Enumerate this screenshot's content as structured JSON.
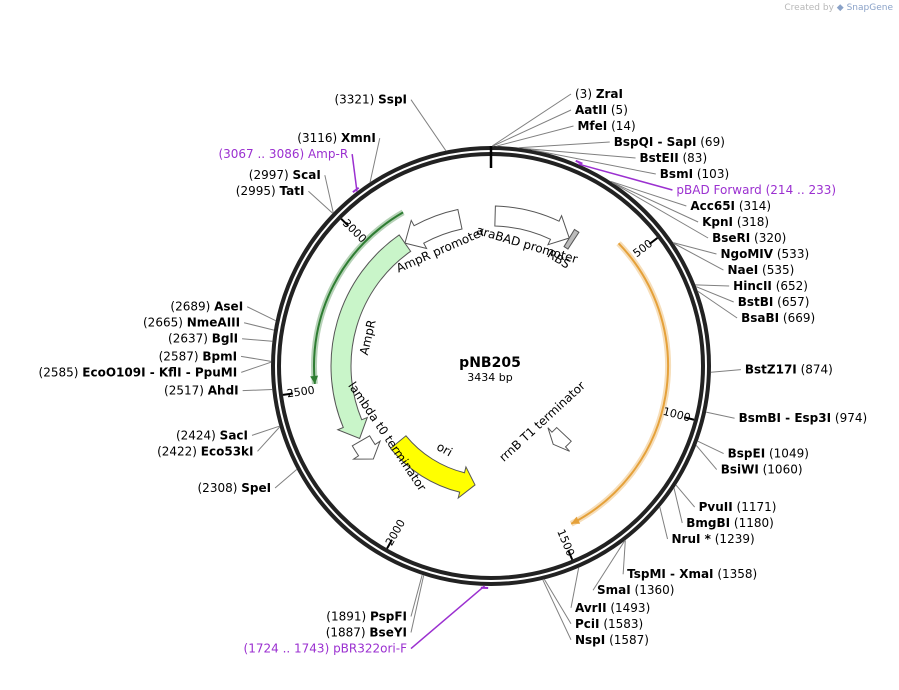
{
  "credit": {
    "prefix": "Created by",
    "brand": "SnapGene"
  },
  "plasmid": {
    "name": "pNB205",
    "size_label": "3434 bp",
    "length": 3434
  },
  "colors": {
    "backbone": "#222222",
    "amp": "#c9f5c9",
    "ori": "#ffff00",
    "feature_outline": "#555555",
    "primer": "#9b30d0",
    "highlight_green": "#2e7d32",
    "highlight_orange": "#e5a13a",
    "term_fill": "#ffffff"
  },
  "ticks": [
    {
      "pos": 500,
      "label": "500"
    },
    {
      "pos": 1000,
      "label": "1000"
    },
    {
      "pos": 1500,
      "label": "1500"
    },
    {
      "pos": 2000,
      "label": "2000"
    },
    {
      "pos": 2500,
      "label": "2500"
    },
    {
      "pos": 3000,
      "label": "3000"
    }
  ],
  "features": [
    {
      "name": "AmpR",
      "label": "AmpR",
      "start": 2300,
      "end": 3100,
      "dir": -1,
      "color": "#c9f5c9"
    },
    {
      "name": "AmpR promoter",
      "label": "AmpR promoter",
      "start": 3100,
      "end": 3320,
      "dir": -1,
      "color": "#ffffff"
    },
    {
      "name": "araBAD promoter",
      "label": "araBAD promoter",
      "start": 15,
      "end": 300,
      "dir": 1,
      "color": "#ffffff"
    },
    {
      "name": "RBS",
      "label": "RBS",
      "start": 300,
      "end": 318,
      "dir": 0,
      "color": "#bbbbbb"
    },
    {
      "name": "rrnB T1 terminator",
      "label": "rrnB T1 terminator",
      "start": 1270,
      "end": 1350,
      "dir": 1,
      "color": "#ffffff"
    },
    {
      "name": "ori",
      "label": "ori",
      "start": 1790,
      "end": 2200,
      "dir": -1,
      "color": "#ffff00"
    },
    {
      "name": "lambda t0 terminator",
      "label": "lambda t0 terminator",
      "start": 2210,
      "end": 2290,
      "dir": -1,
      "color": "#ffffff"
    }
  ],
  "highlights": [
    {
      "name": "amp-highlight",
      "start": 2520,
      "end": 3150,
      "color": "#2e7d32"
    },
    {
      "name": "insert-highlight",
      "start": 440,
      "end": 1460,
      "color": "#e5a13a"
    }
  ],
  "site_labels": [
    {
      "name": "ZraI",
      "pos": "(3)",
      "pos_first": true,
      "line_to": 3
    },
    {
      "name": "AatII",
      "pos": "(5)",
      "pos_first": false,
      "line_to": 5
    },
    {
      "name": "MfeI",
      "pos": "(14)",
      "pos_first": false,
      "line_to": 14
    },
    {
      "name": "BspQI - SapI",
      "pos": "(69)",
      "pos_first": false,
      "line_to": 69
    },
    {
      "name": "BstEII",
      "pos": "(83)",
      "pos_first": false,
      "line_to": 83
    },
    {
      "name": "BsmI",
      "pos": "(103)",
      "pos_first": false,
      "line_to": 103
    },
    {
      "name": "Acc65I",
      "pos": "(314)",
      "pos_first": false,
      "line_to": 314
    },
    {
      "name": "KpnI",
      "pos": "(318)",
      "pos_first": false,
      "line_to": 318
    },
    {
      "name": "BseRI",
      "pos": "(320)",
      "pos_first": false,
      "line_to": 320
    },
    {
      "name": "NgoMIV",
      "pos": "(533)",
      "pos_first": false,
      "line_to": 533
    },
    {
      "name": "NaeI",
      "pos": "(535)",
      "pos_first": false,
      "line_to": 535
    },
    {
      "name": "HincII",
      "pos": "(652)",
      "pos_first": false,
      "line_to": 652
    },
    {
      "name": "BstBI",
      "pos": "(657)",
      "pos_first": false,
      "line_to": 657
    },
    {
      "name": "BsaBI",
      "pos": "(669)",
      "pos_first": false,
      "line_to": 669
    },
    {
      "name": "BstZ17I",
      "pos": "(874)",
      "pos_first": false,
      "line_to": 874
    },
    {
      "name": "BsmBI - Esp3I",
      "pos": "(974)",
      "pos_first": false,
      "line_to": 974
    },
    {
      "name": "BspEI",
      "pos": "(1049)",
      "pos_first": false,
      "line_to": 1049
    },
    {
      "name": "BsiWI",
      "pos": "(1060)",
      "pos_first": false,
      "line_to": 1060
    },
    {
      "name": "PvuII",
      "pos": "(1171)",
      "pos_first": false,
      "line_to": 1171
    },
    {
      "name": "BmgBI",
      "pos": "(1180)",
      "pos_first": false,
      "line_to": 1180
    },
    {
      "name": "NruI *",
      "pos": "(1239)",
      "pos_first": false,
      "line_to": 1239
    },
    {
      "name": "TspMI - XmaI",
      "pos": "(1358)",
      "pos_first": false,
      "line_to": 1358
    },
    {
      "name": "SmaI",
      "pos": "(1360)",
      "pos_first": false,
      "line_to": 1360
    },
    {
      "name": "AvrII",
      "pos": "(1493)",
      "pos_first": false,
      "line_to": 1493
    },
    {
      "name": "PciI",
      "pos": "(1583)",
      "pos_first": false,
      "line_to": 1583
    },
    {
      "name": "NspI",
      "pos": "(1587)",
      "pos_first": false,
      "line_to": 1587
    },
    {
      "name": "PspFI",
      "pos": "(1891)",
      "pos_first": true,
      "line_to": 1891
    },
    {
      "name": "BseYI",
      "pos": "(1887)",
      "pos_first": true,
      "line_to": 1887
    },
    {
      "name": "SpeI",
      "pos": "(2308)",
      "pos_first": true,
      "line_to": 2308
    },
    {
      "name": "Eco53kI",
      "pos": "(2422)",
      "pos_first": true,
      "line_to": 2422
    },
    {
      "name": "SacI",
      "pos": "(2424)",
      "pos_first": true,
      "line_to": 2424
    },
    {
      "name": "AhdI",
      "pos": "(2517)",
      "pos_first": true,
      "line_to": 2517
    },
    {
      "name": "EcoO109I - KflI - PpuMI",
      "pos": "(2585)",
      "pos_first": true,
      "line_to": 2585
    },
    {
      "name": "BpmI",
      "pos": "(2587)",
      "pos_first": true,
      "line_to": 2587
    },
    {
      "name": "BglI",
      "pos": "(2637)",
      "pos_first": true,
      "line_to": 2637
    },
    {
      "name": "NmeAIII",
      "pos": "(2665)",
      "pos_first": true,
      "line_to": 2665
    },
    {
      "name": "AseI",
      "pos": "(2689)",
      "pos_first": true,
      "line_to": 2689
    },
    {
      "name": "TatI",
      "pos": "(2995)",
      "pos_first": true,
      "line_to": 2995
    },
    {
      "name": "ScaI",
      "pos": "(2997)",
      "pos_first": true,
      "line_to": 2997
    },
    {
      "name": "XmnI",
      "pos": "(3116)",
      "pos_first": true,
      "line_to": 3116
    },
    {
      "name": "SspI",
      "pos": "(3321)",
      "pos_first": true,
      "line_to": 3321
    }
  ],
  "primer_labels": [
    {
      "name": "pBAD Forward",
      "range": "(214 .. 233)",
      "range_first": false,
      "pos": 223
    },
    {
      "name": "Amp-R",
      "range": "(3067 .. 3086)",
      "range_first": true,
      "pos": 3076
    },
    {
      "name": "pBR322ori-F",
      "range": "(1724 .. 1743)",
      "range_first": true,
      "pos": 1733
    }
  ]
}
